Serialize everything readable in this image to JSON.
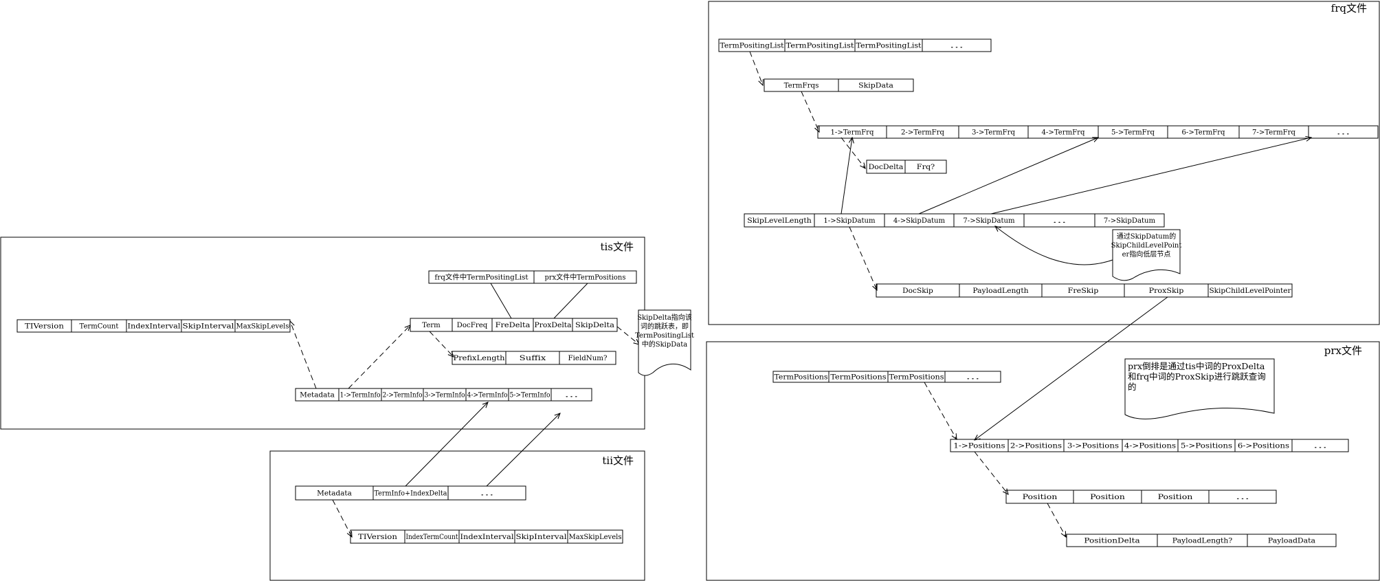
{
  "panels": {
    "tis": {
      "title": "tis文件"
    },
    "tii": {
      "title": "tii文件"
    },
    "frq": {
      "title": "frq文件"
    },
    "prx": {
      "title": "prx文件"
    }
  },
  "rows": {
    "tis_header": [
      "TIVersion",
      "TermCount",
      "IndexInterval",
      "SkipInterval",
      "MaxSkipLevels"
    ],
    "tis_files": [
      "frq文件中TermPositingList",
      "prx文件中TermPositions"
    ],
    "tis_term": [
      "Term",
      "DocFreq",
      "FreDelta",
      "ProxDelta",
      "SkipDelta"
    ],
    "tis_prefix": [
      "PrefixLength",
      "Suffix",
      "FieldNum?"
    ],
    "tis_terminfos": [
      "Metadata",
      "1->TermInfo",
      "2->TermInfo",
      "3->TermInfo",
      "4->TermInfo",
      "5->TermInfo",
      "..."
    ],
    "tii_main": [
      "Metadata",
      "TermInfo+IndexDelta",
      "..."
    ],
    "tii_header": [
      "TIVersion",
      "IndexTermCount",
      "IndexInterval",
      "SkipInterval",
      "MaxSkipLevels"
    ],
    "frq_top": [
      "TermPositingList",
      "TermPositingList",
      "TermPositingList",
      "..."
    ],
    "frq_termfrqs": [
      "TermFrqs",
      "SkipData"
    ],
    "frq_list": [
      "1->TermFrq",
      "2->TermFrq",
      "3->TermFrq",
      "4->TermFrq",
      "5->TermFrq",
      "6->TermFrq",
      "7->TermFrq",
      "..."
    ],
    "frq_docdelta": [
      "DocDelta",
      "Frq?"
    ],
    "frq_skip": [
      "SkipLevelLength",
      "1->SkipDatum",
      "4->SkipDatum",
      "7->SkipDatum",
      "...",
      "7->SkipDatum"
    ],
    "frq_skipfields": [
      "DocSkip",
      "PayloadLength",
      "FreSkip",
      "ProxSkip",
      "SkipChildLevelPointer"
    ],
    "prx_top": [
      "TermPositions",
      "TermPositions",
      "TermPositions",
      "..."
    ],
    "prx_positions": [
      "1->Positions",
      "2->Positions",
      "3->Positions",
      "4->Positions",
      "5->Positions",
      "6->Positions",
      "..."
    ],
    "prx_position": [
      "Position",
      "Position",
      "Position",
      "..."
    ],
    "prx_delta": [
      "PositionDelta",
      "PayloadLength?",
      "PayloadData"
    ]
  },
  "notes": {
    "skipdelta": [
      "SkipDelta指向该",
      "词的跳跃表，即",
      "TermPositingList",
      "中的SkipData"
    ],
    "skipdatum": [
      "通过SkipDatum的",
      "SkipChildLevelPoint",
      "er指向低层节点"
    ],
    "prx": [
      "prx倒排是通过tis中词的ProxDelta",
      "和frq中词的ProxSkip进行跳跃查询",
      "的"
    ]
  }
}
